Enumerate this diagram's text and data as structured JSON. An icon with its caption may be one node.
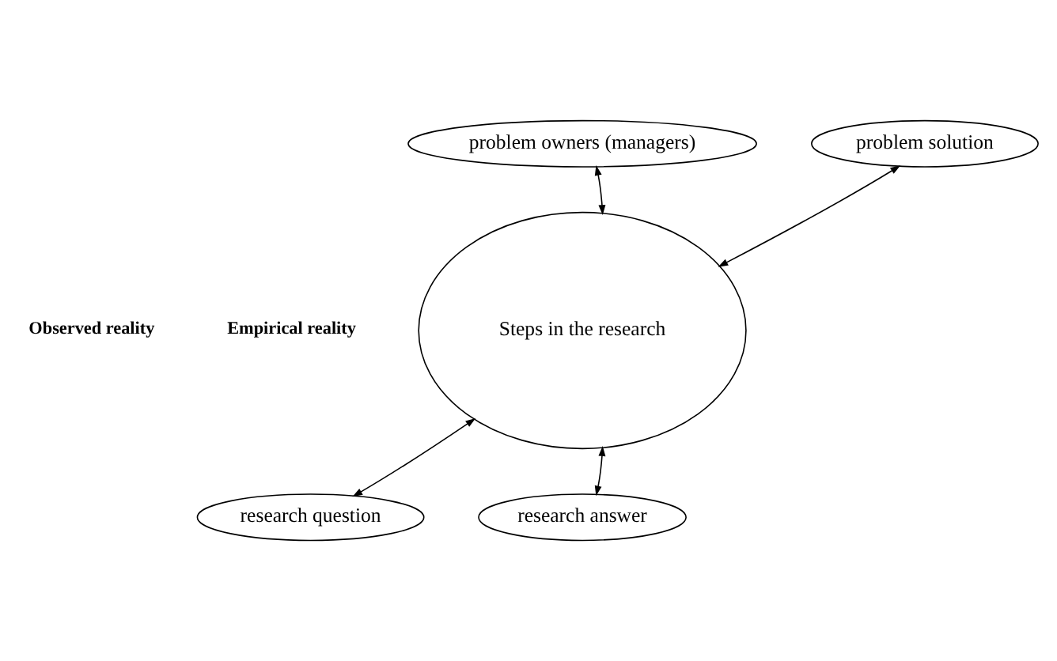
{
  "diagram": {
    "nodes": [
      {
        "text": [
          "problem owners (managers)"
        ]
      },
      {
        "text": [
          "problem solution"
        ]
      },
      {
        "text": [
          "Steps in the research"
        ]
      },
      {
        "text": [
          "research question"
        ]
      },
      {
        "text": [
          "research answer"
        ]
      }
    ],
    "edges": [
      {
        "from": 0,
        "to": 2,
        "arrow": "both"
      },
      {
        "from": 2,
        "to": 1,
        "arrow": "both"
      },
      {
        "from": 3,
        "to": 2,
        "arrow": "both"
      },
      {
        "from": 2,
        "to": 4,
        "arrow": "both"
      }
    ],
    "labels": [
      "Observed reality",
      "Empirical reality"
    ]
  }
}
